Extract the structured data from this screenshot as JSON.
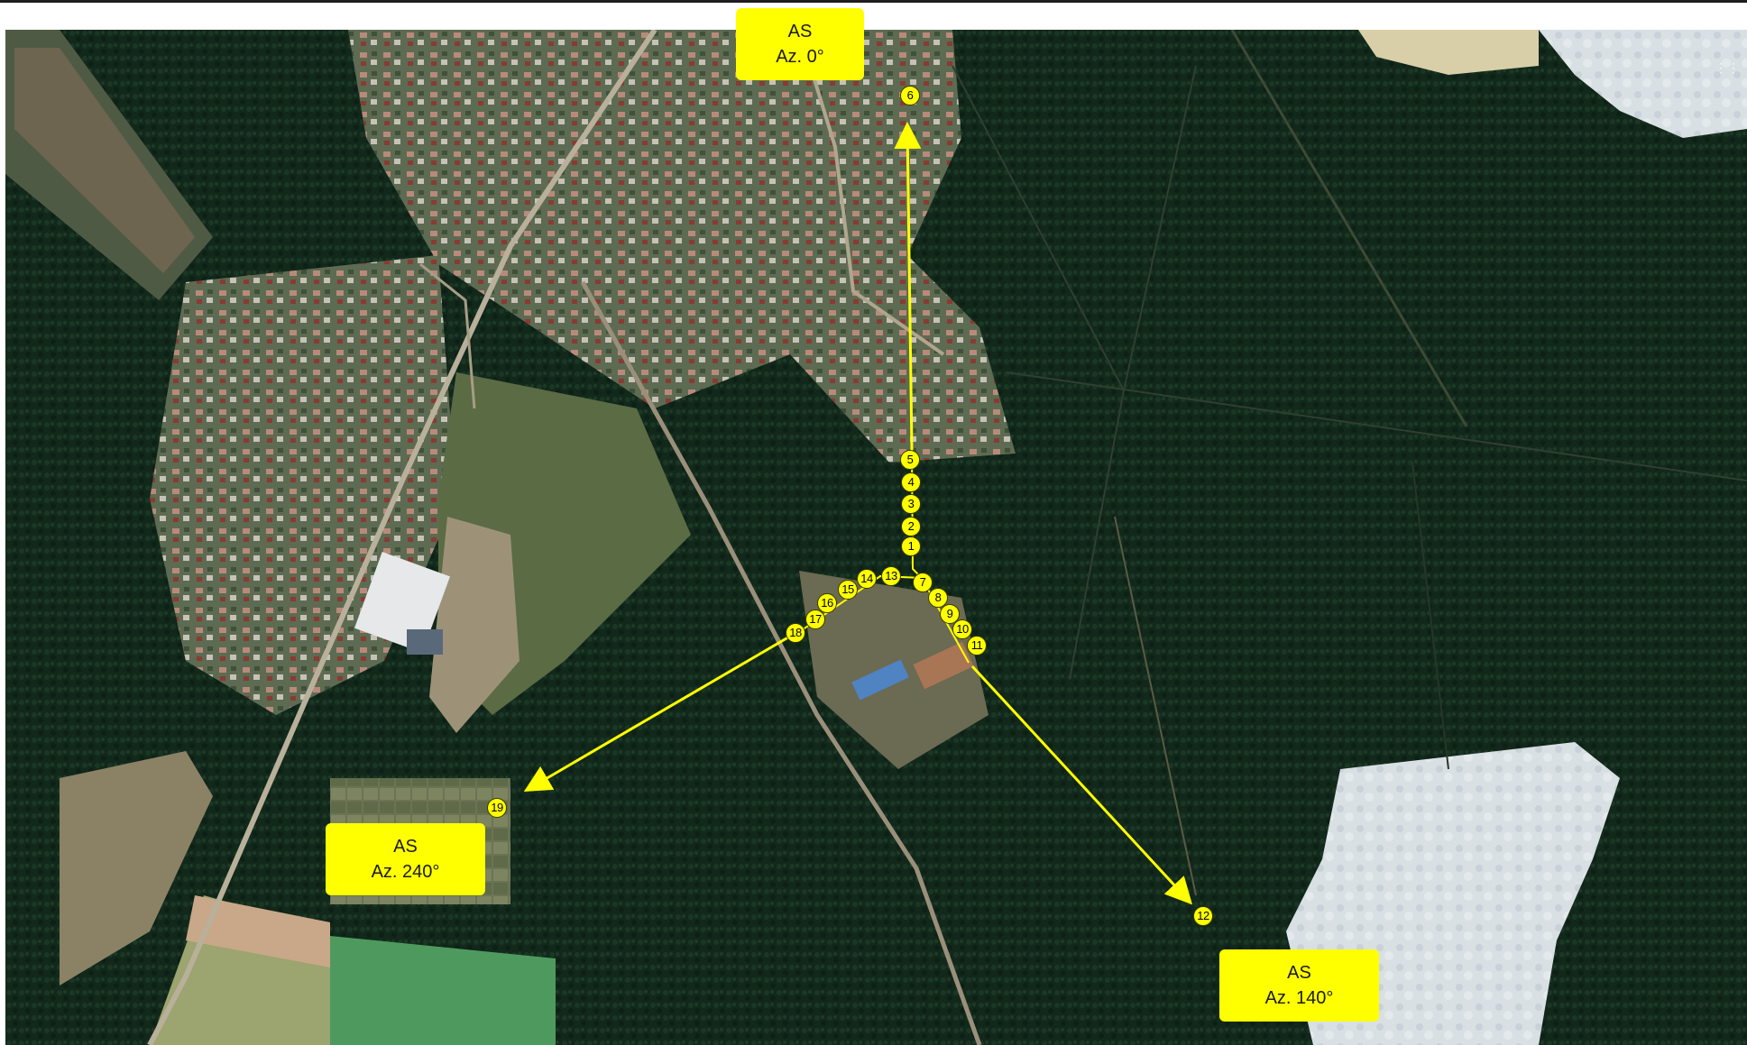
{
  "colors": {
    "accent": "#ffff00",
    "forest": "#0f2318",
    "lake": "#d5dde1",
    "field": "#4e9a5e"
  },
  "callouts": [
    {
      "title": "AS",
      "azimuth": "Az. 0°"
    },
    {
      "title": "AS",
      "azimuth": "Az. 240°"
    },
    {
      "title": "AS",
      "azimuth": "Az. 140°"
    }
  ],
  "markers": [
    "1",
    "2",
    "3",
    "4",
    "5",
    "6",
    "7",
    "8",
    "9",
    "10",
    "11",
    "12",
    "13",
    "14",
    "15",
    "16",
    "17",
    "18",
    "19"
  ],
  "icons": {
    "corner": "grid-dots-icon"
  }
}
